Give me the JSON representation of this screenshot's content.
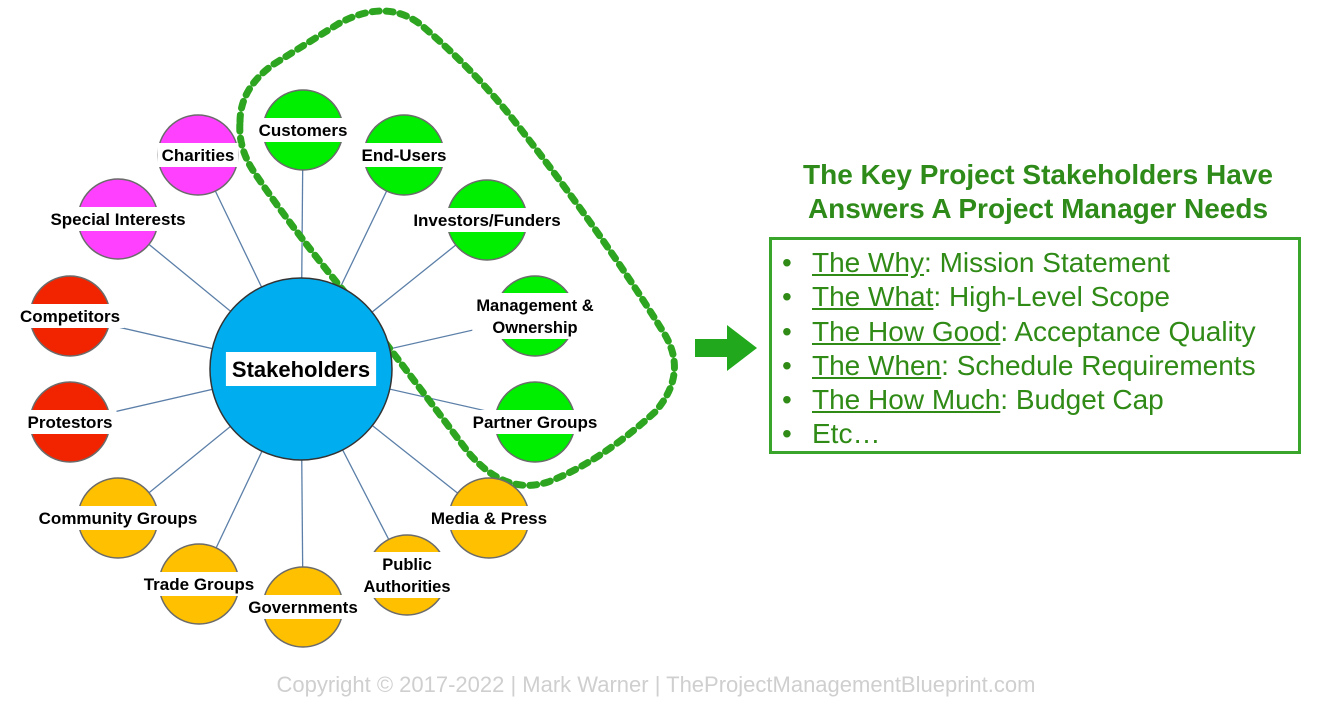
{
  "diagram": {
    "hub": {
      "label": "Stakeholders",
      "color": "#00aeef"
    },
    "groups": {
      "green": "#00ee00",
      "magenta": "#ff40ff",
      "red": "#f22400",
      "orange": "#ffc000"
    },
    "nodes": [
      {
        "id": "customers",
        "lines": [
          "Customers"
        ],
        "group": "green"
      },
      {
        "id": "end-users",
        "lines": [
          "End-Users"
        ],
        "group": "green"
      },
      {
        "id": "investors-funders",
        "lines": [
          "Investors/Funders"
        ],
        "group": "green"
      },
      {
        "id": "management-ownership",
        "lines": [
          "Management &",
          "Ownership"
        ],
        "group": "green"
      },
      {
        "id": "partner-groups",
        "lines": [
          "Partner Groups"
        ],
        "group": "green"
      },
      {
        "id": "media-press",
        "lines": [
          "Media & Press"
        ],
        "group": "orange"
      },
      {
        "id": "public-authorities",
        "lines": [
          "Public",
          "Authorities"
        ],
        "group": "orange"
      },
      {
        "id": "governments",
        "lines": [
          "Governments"
        ],
        "group": "orange"
      },
      {
        "id": "trade-groups",
        "lines": [
          "Trade Groups"
        ],
        "group": "orange"
      },
      {
        "id": "community-groups",
        "lines": [
          "Community Groups"
        ],
        "group": "orange"
      },
      {
        "id": "protestors",
        "lines": [
          "Protestors"
        ],
        "group": "red"
      },
      {
        "id": "competitors",
        "lines": [
          "Competitors"
        ],
        "group": "red"
      },
      {
        "id": "special-interests",
        "lines": [
          "Special Interests"
        ],
        "group": "magenta"
      },
      {
        "id": "charities",
        "lines": [
          "Charities"
        ],
        "group": "magenta"
      }
    ],
    "highlight_color": "#2ea520"
  },
  "panel": {
    "heading_line1": "The Key Project Stakeholders Have",
    "heading_line2": "Answers A Project Manager Needs",
    "bullet": "•",
    "items": [
      {
        "topic": "The Why",
        "detail": ": Mission Statement"
      },
      {
        "topic": "The What",
        "detail": ": High-Level Scope"
      },
      {
        "topic": "The How Good",
        "detail": ": Acceptance Quality"
      },
      {
        "topic": "The When",
        "detail": ": Schedule Requirements"
      },
      {
        "topic": "The How Much",
        "detail": ": Budget Cap"
      },
      {
        "topic": "",
        "detail": "Etc…"
      }
    ]
  },
  "footer": "Copyright © 2017-2022 | Mark Warner | TheProjectManagementBlueprint.com"
}
